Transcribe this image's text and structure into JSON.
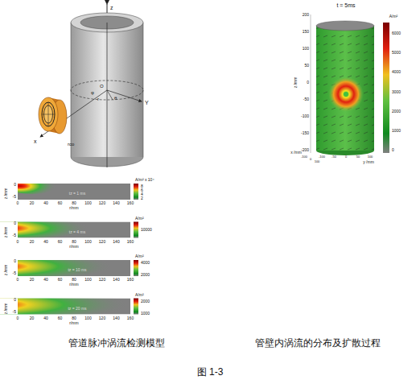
{
  "diagram": {
    "caption": "图 1-3",
    "labels": [
      "z",
      "O",
      "φ",
      "r",
      "θ",
      "x",
      "Y",
      "rco",
      "t = 5ms",
      "A/m²",
      "6000",
      "5000",
      "4000",
      "3000",
      "2000",
      "1000",
      "0",
      "200",
      "150",
      "100",
      "50",
      "0",
      "-50",
      "-100",
      "-150",
      "-200",
      "z /mm",
      "x /mm",
      "-100",
      "0",
      "100",
      "y /mm",
      "-100",
      "-50",
      "0",
      "50",
      "100",
      "z /mm",
      "0",
      "-5",
      "tz = 1 ms",
      "0",
      "20",
      "40",
      "60",
      "80",
      "100",
      "120",
      "140",
      "160",
      "r/mm",
      "A/m² x 10⁴",
      "8",
      "6",
      "4",
      "2",
      "z /mm",
      "0",
      "-5",
      "tz = 4 ms",
      "0",
      "20",
      "40",
      "60",
      "80",
      "100",
      "120",
      "140",
      "160",
      "r/mm",
      "A/m²",
      "10000",
      "z /mm",
      "0",
      "-5",
      "tz = 10 ms",
      "0",
      "20",
      "40",
      "60",
      "80",
      "100",
      "120",
      "140",
      "160",
      "r/mm",
      "A/m²",
      "4000",
      "2000",
      "z /mm",
      "0",
      "-5",
      "tz = 20 ms",
      "0",
      "20",
      "40",
      "60",
      "80",
      "100",
      "120",
      "140",
      "160",
      "r/mm",
      "A/m²",
      "2000",
      "1000",
      "管道脉冲涡流检测模型",
      "管壁内涡流的分布及扩散过程"
    ]
  }
}
